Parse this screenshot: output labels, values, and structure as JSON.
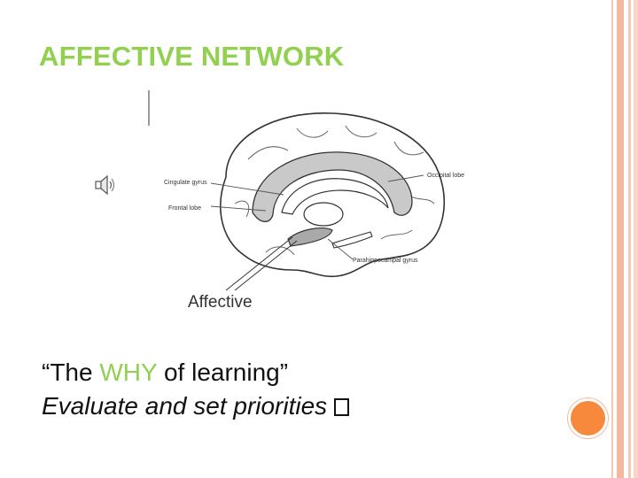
{
  "slide": {
    "title": "AFFECTIVE NETWORK",
    "body": {
      "line1_open": "“The ",
      "line1_highlight": "WHY",
      "line1_close": " of learning”",
      "line2": "Evaluate and set priorities"
    },
    "figure": {
      "labels": {
        "cingulate": "Cingulate gyrus",
        "frontal": "Frontal lobe",
        "occipital": "Occipital lobe",
        "parahippocampal": "Parahippocampal gyrus",
        "caption": "Affective"
      }
    },
    "icons": {
      "audio": "speaker-icon",
      "missing_glyph": "box-glyph"
    },
    "colors": {
      "accent": "#92d050",
      "stripe": "#f4b8a0",
      "circle": "#f7893d"
    }
  }
}
